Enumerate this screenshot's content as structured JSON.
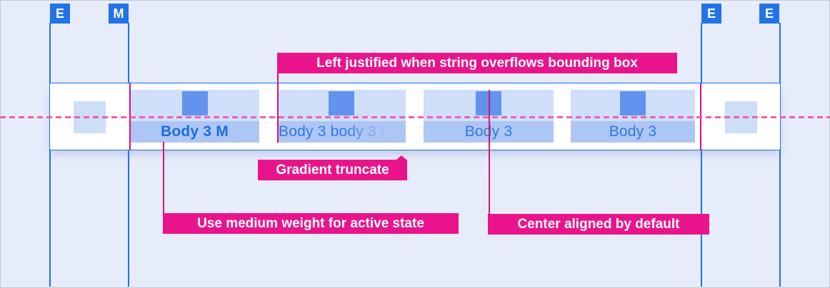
{
  "markers": [
    {
      "label": "E"
    },
    {
      "label": "M"
    },
    {
      "label": "E"
    },
    {
      "label": "E"
    }
  ],
  "tabs": [
    {
      "label": "Body 3 M",
      "state": "active",
      "weight": "medium",
      "align": "center"
    },
    {
      "label": "Body 3 body 3 b",
      "truncation": "gradient",
      "align": "left"
    },
    {
      "label": "Body 3",
      "align": "center"
    },
    {
      "label": "Body 3",
      "align": "center"
    }
  ],
  "annotations": {
    "left_justified": "Left justified when string overflows bounding box",
    "gradient_truncate": "Gradient truncate",
    "medium_weight": "Use medium weight for active state",
    "center_aligned": "Center aligned by default"
  },
  "colors": {
    "background": "#e6ecfa",
    "marker_blue": "#2273e5",
    "guide_blue": "#1e72e6",
    "band_border": "#1d6fe2",
    "band_fill": "#ffffff",
    "tab_fill": "#cfdff9",
    "label_highlight": "#aec6f4",
    "icon_blue": "#6293ee",
    "text_blue": "#2e79e2",
    "active_text_blue": "#1b6ede",
    "annotation_pink": "#e9148b",
    "connector_pink": "#d8156f",
    "baseline_pink": "#ef5fae"
  }
}
